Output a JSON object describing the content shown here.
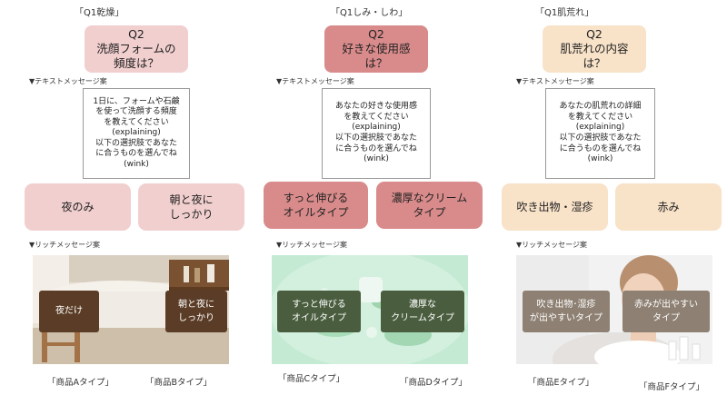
{
  "columns": [
    {
      "title": "「Q1乾燥」",
      "question": "Q2\n洗顔フォームの\n頻度は？",
      "text_label": "▼テキストメッセージ案",
      "text_message": "1日に、フォームや石鹸\nを使って洗顔する頻度\nを教えてください\n(explaining)\n以下の選択肢であなた\nに合うものを選んでね\n(wink)",
      "choices": [
        "夜のみ",
        "朝と夜に\nしっかり"
      ],
      "rich_label": "▼リッチメッセージ案",
      "rich_buttons": [
        "夜だけ",
        "朝と夜に\nしっかり"
      ],
      "products": [
        "「商品Aタイプ」",
        "「商品Bタイプ」"
      ],
      "colors": {
        "question_bg": "#f2cfcf",
        "choice_bg": "#f2cfcf",
        "overlay_bg": "#5b3d27"
      }
    },
    {
      "title": "「Q1しみ・しわ」",
      "question": "Q2\n好きな使用感\nは？",
      "text_label": "▼テキストメッセージ案",
      "text_message": "あなたの好きな使用感\nを教えてください\n(explaining)\n以下の選択肢であなた\nに合うものを選んでね\n(wink)",
      "choices": [
        "すっと伸びる\nオイルタイプ",
        "濃厚なクリーム\nタイプ"
      ],
      "rich_label": "▼リッチメッセージ案",
      "rich_buttons": [
        "すっと伸びる\nオイルタイプ",
        "濃厚な\nクリームタイプ"
      ],
      "products": [
        "「商品Cタイプ」",
        "「商品Dタイプ」"
      ],
      "colors": {
        "question_bg": "#d98b8b",
        "choice_bg": "#d98b8b",
        "overlay_bg": "#4a5e3f"
      }
    },
    {
      "title": "「Q1肌荒れ」",
      "question": "Q2\n肌荒れの内容\nは？",
      "text_label": "▼テキストメッセージ案",
      "text_message": "あなたの肌荒れの詳細\nを教えてください\n(explaining)\n以下の選択肢であなた\nに合うものを選んでね\n(wink)",
      "choices": [
        "吹き出物・湿疹",
        "赤み"
      ],
      "rich_label": "▼リッチメッセージ案",
      "rich_buttons": [
        "吹き出物･湿疹\nが出やすいタイプ",
        "赤みが出やすい\nタイプ"
      ],
      "products": [
        "「商品Eタイプ」",
        "「商品Fタイプ」"
      ],
      "colors": {
        "question_bg": "#f8e2c8",
        "choice_bg": "#f8e2c8",
        "overlay_bg": "#8e8173"
      }
    }
  ]
}
